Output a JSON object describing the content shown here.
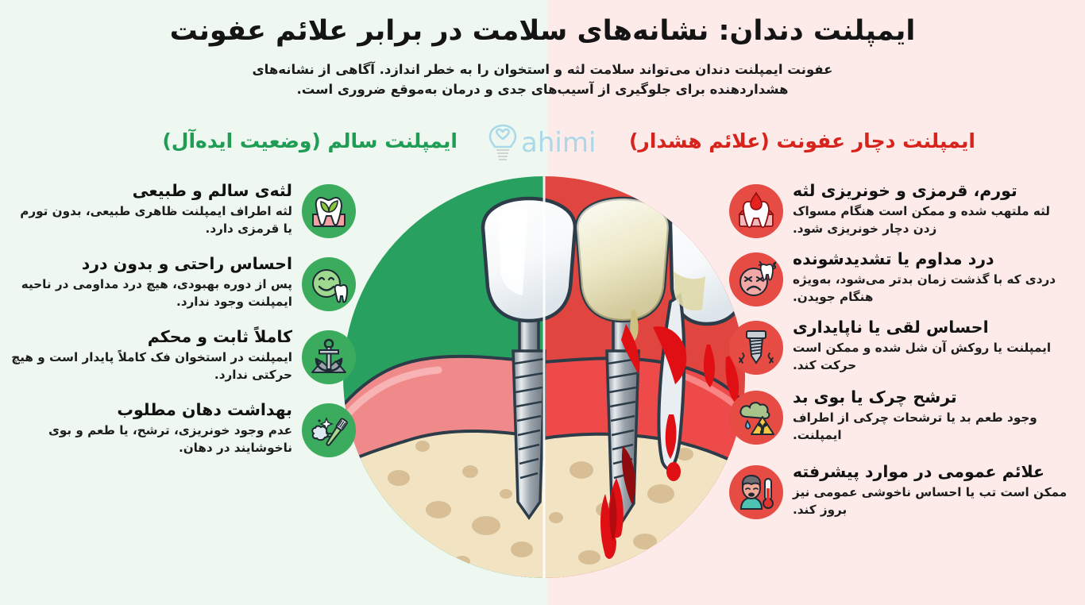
{
  "header": {
    "title": "ایمپلنت دندان: نشانه‌های سلامت در برابر علائم عفونت",
    "subtitle": "عفونت ایمپلنت دندان می‌تواند سلامت لثه و استخوان را به خطر اندازد. آگاهی از نشانه‌های هشداردهنده برای جلوگیری از آسیب‌های جدی و درمان به‌موقع ضروری است."
  },
  "watermark": {
    "text": "ahimi",
    "logo": "dental-implant-logo"
  },
  "colors": {
    "bg_left": "#eef8f0",
    "bg_right": "#fcebe9",
    "green": "#1f9d55",
    "green_badge": "#3bab5e",
    "green_circle": "#28a060",
    "red": "#d8231c",
    "red_badge": "#e64b44",
    "red_circle": "#e0453f",
    "title": "#141414",
    "watermark": "#9fd4e8"
  },
  "sections": {
    "healthy": {
      "heading": "ایمپلنت سالم (وضعیت ایده‌آل)",
      "items": [
        {
          "icon": "healthy-gum-tooth-leaf-icon",
          "title": "لثه‌ی سالم و طبیعی",
          "desc": "لثه اطراف ایمپلنت ظاهری طبیعی، بدون تورم یا قرمزی دارد."
        },
        {
          "icon": "smiling-face-tooth-icon",
          "title": "احساس راحتی و بدون درد",
          "desc": "پس از دوره بهبودی، هیچ درد مداومی در ناحیه ایمپلنت وجود ندارد."
        },
        {
          "icon": "anchor-stability-icon",
          "title": "کاملاً ثابت و محکم",
          "desc": "ایمپلنت در استخوان فک کاملاً پایدار است و هیچ حرکتی ندارد."
        },
        {
          "icon": "toothbrush-fresh-breath-icon",
          "title": "بهداشت دهان مطلوب",
          "desc": "عدم وجود خونریزی، ترشح، یا طعم و بوی ناخوشایند در دهان."
        }
      ]
    },
    "infected": {
      "heading": "ایمپلنت دچار عفونت (علائم هشدار)",
      "items": [
        {
          "icon": "bleeding-tooth-icon",
          "title": "تورم، قرمزی و خونریزی لثه",
          "desc": "لثه ملتهب شده و ممکن است هنگام مسواک زدن دچار خونریزی شود."
        },
        {
          "icon": "pain-face-icon",
          "title": "درد مداوم یا تشدیدشونده",
          "desc": "دردی که با گذشت زمان بدتر می‌شود، به‌ویژه هنگام جویدن."
        },
        {
          "icon": "loose-screw-icon",
          "title": "احساس لقی یا ناپایداری",
          "desc": "ایمپلنت یا روکش آن شل شده و ممکن است حرکت کند."
        },
        {
          "icon": "bad-odor-biohazard-icon",
          "title": "ترشح چرک یا بوی بد",
          "desc": "وجود طعم بد یا ترشحات چرکی از اطراف ایمپلنت."
        },
        {
          "icon": "fever-sick-person-icon",
          "title": "علائم عمومی در موارد پیشرفته",
          "desc": "ممکن است تب یا احساس ناخوشی عمومی نیز بروز کند."
        }
      ]
    }
  },
  "illustration": {
    "name": "implant-cross-section-comparison",
    "left_label": "healthy-implant-side",
    "right_label": "infected-implant-side"
  }
}
